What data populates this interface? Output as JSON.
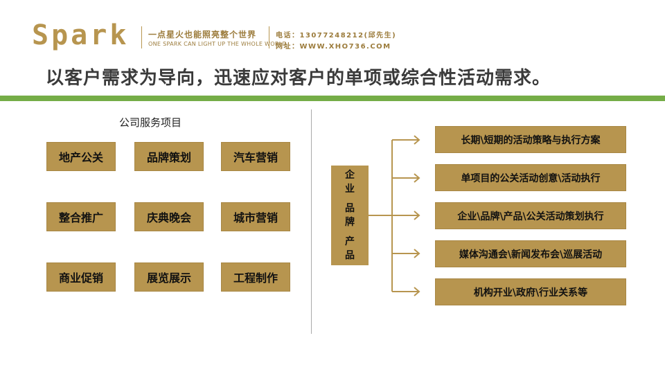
{
  "header": {
    "logo": "Spark",
    "slogan_cn": "一点星火也能照亮整个世界",
    "slogan_en": "ONE SPARK CAN LIGHT UP THE WHOLE WORLD",
    "phone": "电话：13077248212(邱先生)",
    "website": "网址：WWW.XHO736.COM"
  },
  "headline": "以客户需求为导向，迅速应对客户的单项或综合性活动需求。",
  "services": {
    "title": "公司服务项目",
    "items": [
      "地产公关",
      "品牌策划",
      "汽车营销",
      "整合推广",
      "庆典晚会",
      "城市营销",
      "商业促销",
      "展览展示",
      "工程制作"
    ]
  },
  "center": {
    "lines": [
      "企",
      "业",
      "",
      "品",
      "牌",
      "",
      "产",
      "品"
    ]
  },
  "offerings": [
    "长期\\短期的活动策略与执行方案",
    "单项目的公关活动创意\\活动执行",
    "企业\\品牌\\产品\\公关活动策划执行",
    "媒体沟通会\\新闻发布会\\巡展活动",
    "机构开业\\政府\\行业关系等"
  ],
  "colors": {
    "gold": "#b7954f",
    "green": "#75ad47",
    "text": "#3a3a3a"
  }
}
